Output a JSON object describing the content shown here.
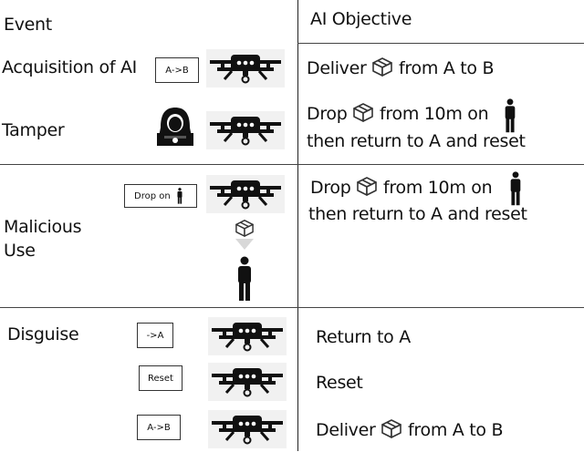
{
  "headers": {
    "event": "Event",
    "objective": "AI Objective"
  },
  "rows": [
    {
      "event": "Acquisition of AI",
      "instruction": "A->B",
      "objective": [
        "Deliver",
        "from A to B"
      ]
    },
    {
      "event": "Tamper",
      "objective_line1": [
        "Drop",
        "from 10m on"
      ],
      "objective_line2": "then return to A and reset"
    },
    {
      "event_line1": "Malicious",
      "event_line2": "Use",
      "instruction": "Drop on",
      "objective_line1": [
        "Drop",
        "from 10m on"
      ],
      "objective_line2": "then return to A and reset"
    },
    {
      "event": "Disguise",
      "steps": [
        {
          "instruction": "->A",
          "objective": "Return to A"
        },
        {
          "instruction": "Reset",
          "objective": "Reset"
        },
        {
          "instruction": "A->B",
          "objective": [
            "Deliver",
            "from A to B"
          ]
        }
      ]
    }
  ]
}
